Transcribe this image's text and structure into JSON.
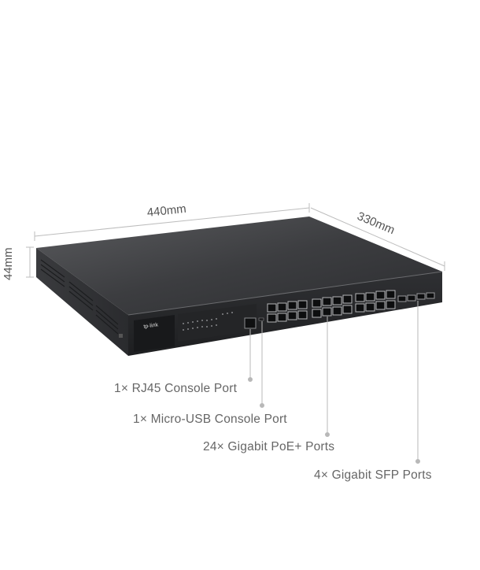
{
  "dimensions": {
    "width": "440mm",
    "depth": "330mm",
    "height": "44mm"
  },
  "device": {
    "brand": "tp-link"
  },
  "callouts": [
    {
      "label": "1× RJ45 Console Port"
    },
    {
      "label": "1× Micro-USB Console Port"
    },
    {
      "label": "24× Gigabit PoE+ Ports"
    },
    {
      "label": "4× Gigabit SFP Ports"
    }
  ],
  "colors": {
    "chassis_top": "#3a3b3d",
    "chassis_front": "#2a2b2d",
    "leader_lines": "#b8b8b8",
    "text": "#666666"
  }
}
